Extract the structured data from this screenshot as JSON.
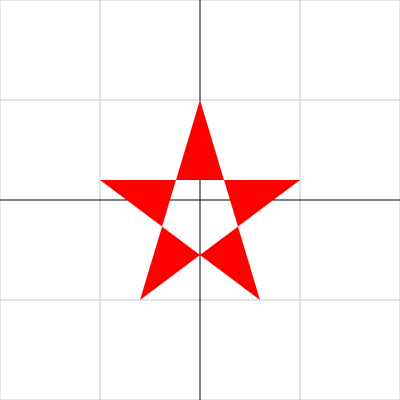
{
  "canvas": {
    "background_color": "#ffffff",
    "x_range": [
      -2,
      2
    ],
    "y_range": [
      -2,
      2
    ]
  },
  "grid": {
    "visible": true,
    "spacing": 1,
    "color": "#c8c8c8"
  },
  "axes": {
    "visible": true,
    "color": "#000000"
  },
  "shape": {
    "type": "star",
    "points": 5,
    "fill_color": "#ff0000",
    "fill_rule": "evenodd",
    "vertices": [
      [
        0,
        1
      ],
      [
        0.6,
        -1
      ],
      [
        -1,
        0.2
      ],
      [
        1,
        0.2
      ],
      [
        -0.6,
        -1
      ]
    ]
  }
}
